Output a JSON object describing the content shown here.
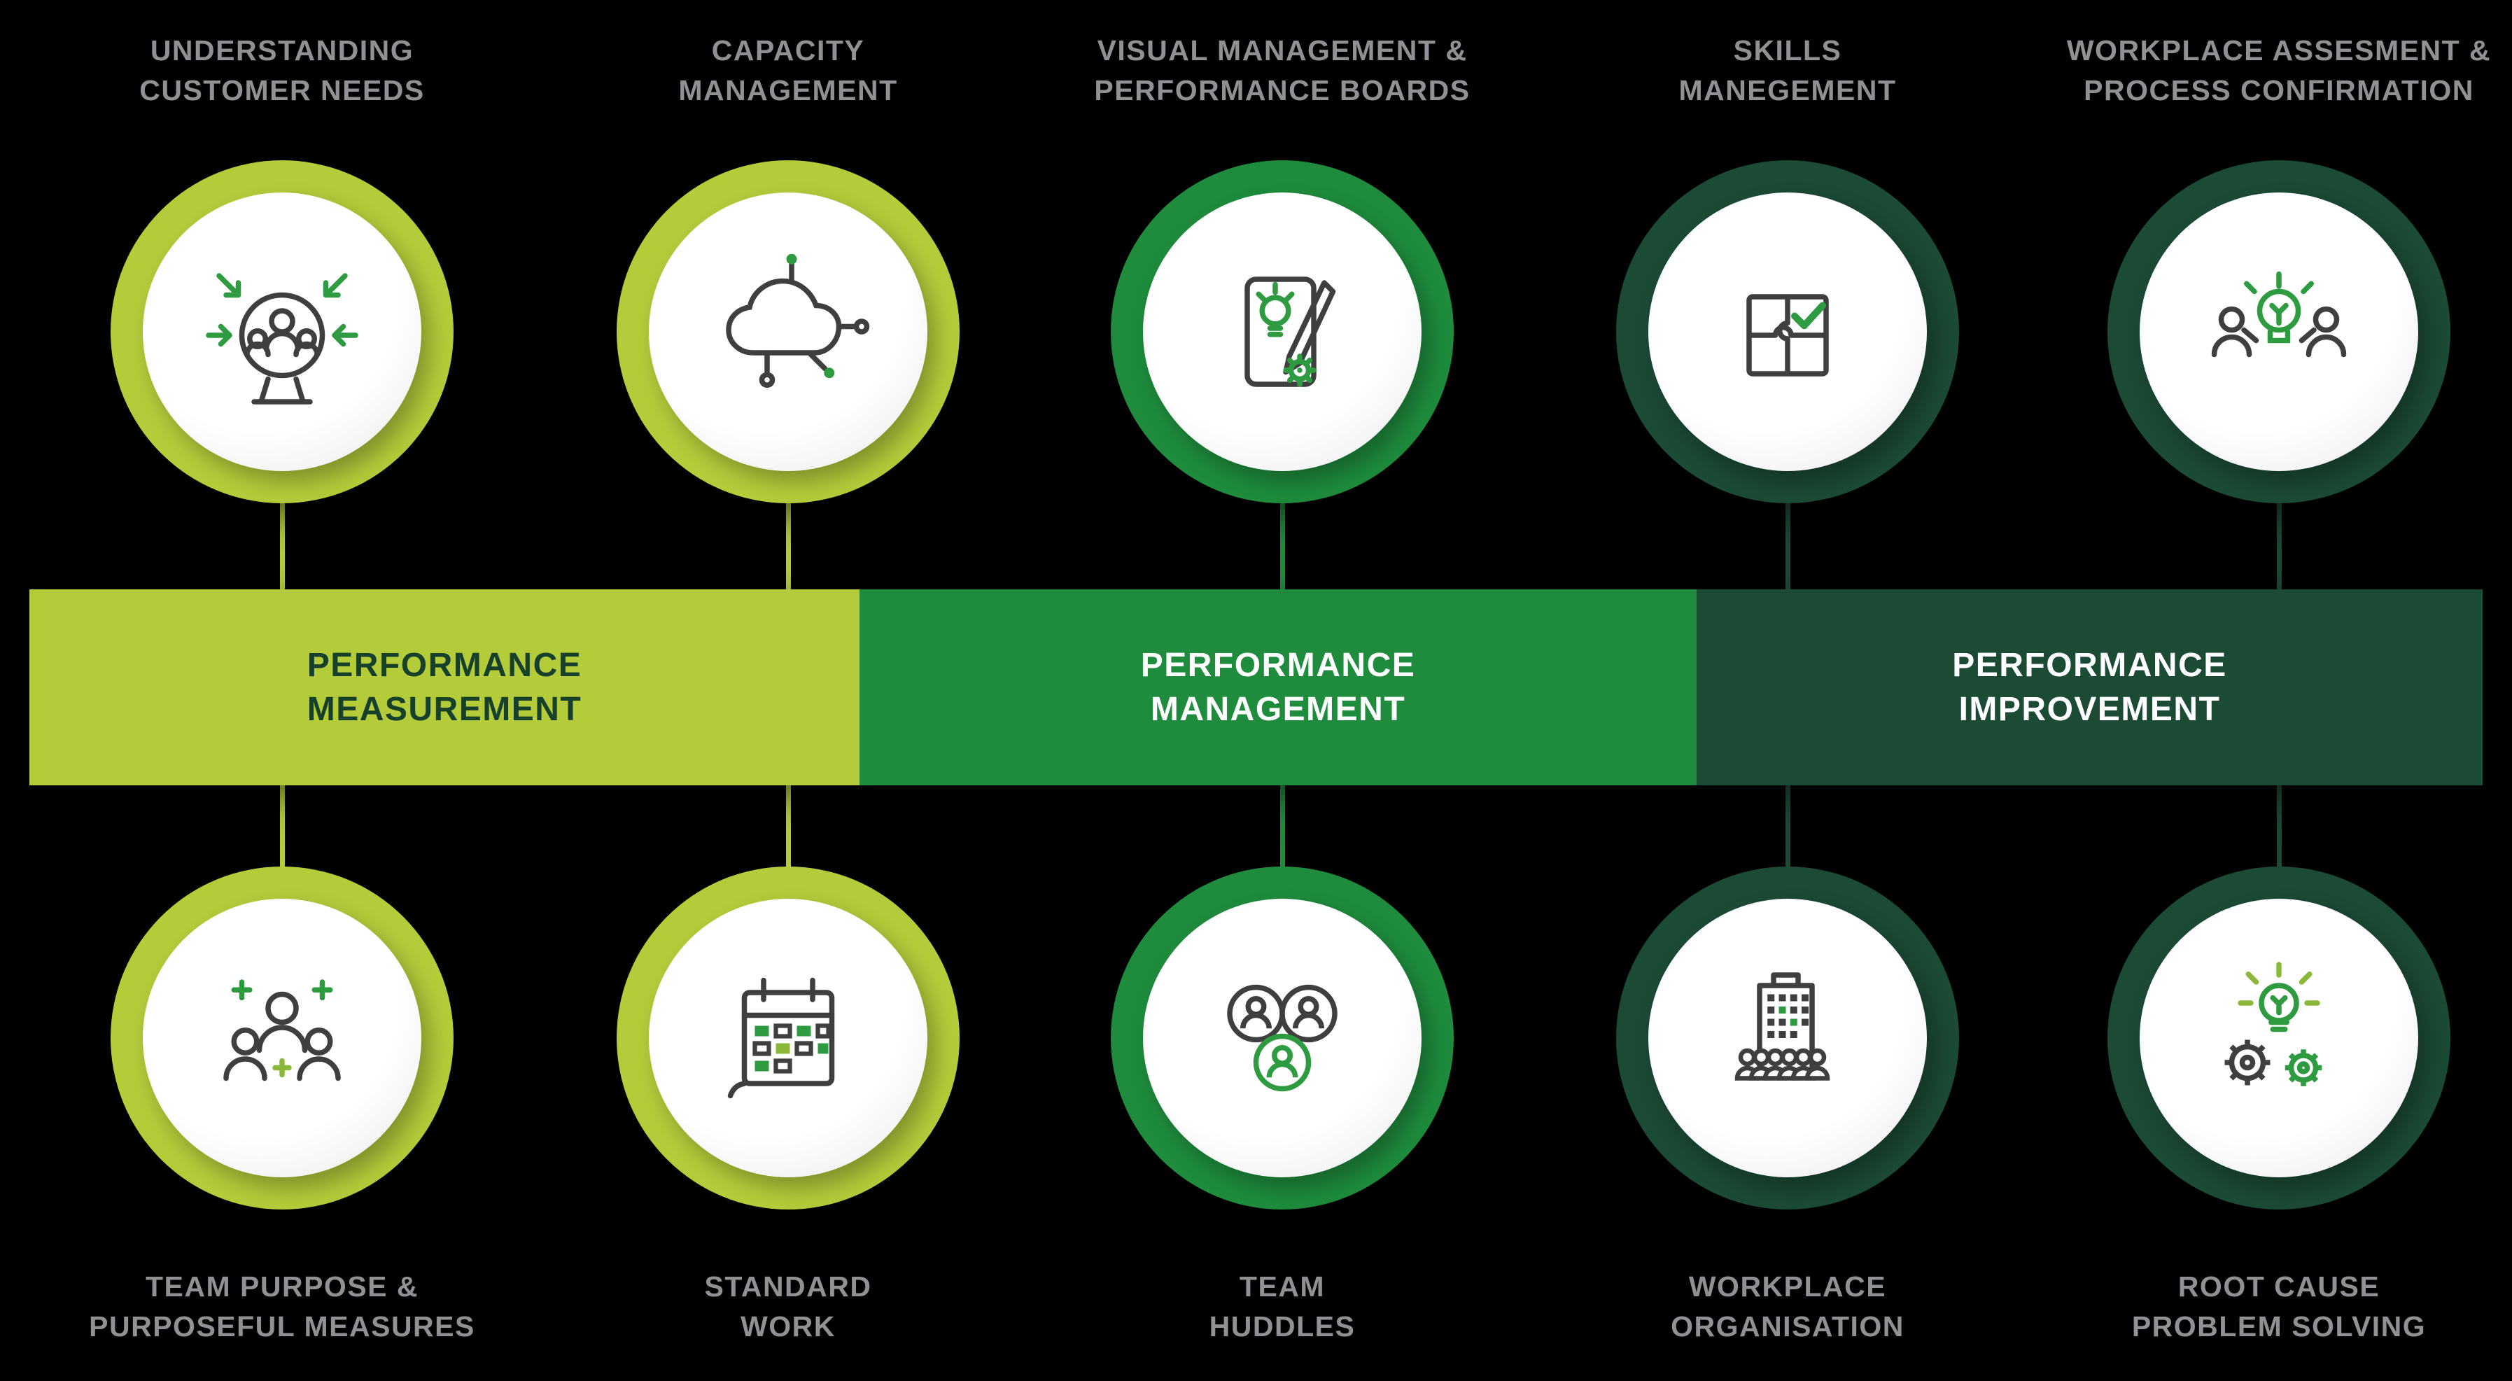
{
  "palette": {
    "background": "#000000",
    "lime": "#b4cb3a",
    "green": "#1e8c3c",
    "dark_green": "#1b4a35",
    "label_gray": "#909194",
    "measurement_text": "#17402a",
    "band_text_light": "#ffffff",
    "icon_gray": "#3f3f3f",
    "icon_green": "#2e9b41",
    "icon_lime": "#8cb83a"
  },
  "band": {
    "sections": [
      {
        "lines": [
          "PERFORMANCE",
          "MEASUREMENT"
        ],
        "color": "#b4cb3a",
        "text_color": "#17402a"
      },
      {
        "lines": [
          "PERFORMANCE",
          "MANAGEMENT"
        ],
        "color": "#1e8c3c",
        "text_color": "#ffffff"
      },
      {
        "lines": [
          "PERFORMANCE",
          "IMPROVEMENT"
        ],
        "color": "#1b4a35",
        "text_color": "#ffffff"
      }
    ]
  },
  "columns": [
    {
      "group": "performance-measurement",
      "color": "#b4cb3a",
      "top": {
        "lines": [
          "UNDERSTANDING",
          "CUSTOMER NEEDS"
        ],
        "icon": "customer-needs-icon"
      },
      "bottom": {
        "lines": [
          "TEAM PURPOSE &",
          "PURPOSEFUL MEASURES"
        ],
        "icon": "team-purpose-icon"
      }
    },
    {
      "group": "performance-measurement",
      "color": "#b4cb3a",
      "top": {
        "lines": [
          "CAPACITY",
          "MANAGEMENT"
        ],
        "icon": "capacity-icon"
      },
      "bottom": {
        "lines": [
          "STANDARD",
          "WORK"
        ],
        "icon": "standard-work-icon"
      }
    },
    {
      "group": "performance-management",
      "color": "#1e8c3c",
      "top": {
        "lines": [
          "VISUAL MANAGEMENT &",
          "PERFORMANCE BOARDS"
        ],
        "icon": "performance-board-icon"
      },
      "bottom": {
        "lines": [
          "TEAM",
          "HUDDLES"
        ],
        "icon": "team-huddles-icon"
      }
    },
    {
      "group": "performance-improvement",
      "color": "#1b4a35",
      "top": {
        "lines": [
          "SKILLS",
          "MANEGEMENT"
        ],
        "icon": "skills-icon"
      },
      "bottom": {
        "lines": [
          "WORKPLACE",
          "ORGANISATION"
        ],
        "icon": "workplace-organisation-icon"
      }
    },
    {
      "group": "performance-improvement",
      "color": "#1b4a35",
      "top": {
        "lines": [
          "WORKPLACE ASSESMENT &",
          "PROCESS CONFIRMATION"
        ],
        "icon": "workplace-assessment-icon"
      },
      "bottom": {
        "lines": [
          "ROOT CAUSE",
          "PROBLEM SOLVING"
        ],
        "icon": "root-cause-icon"
      }
    }
  ]
}
